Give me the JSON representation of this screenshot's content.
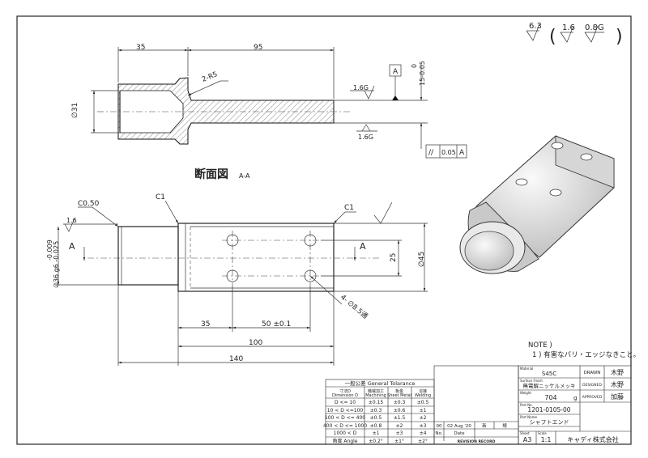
{
  "surface_symbols": {
    "main": "6.3",
    "paren_open": "(",
    "s1": "1.6",
    "s2": "0.8G",
    "paren_close": ")"
  },
  "top_view": {
    "dim_35": "35",
    "dim_95": "95",
    "radius": "2-R5",
    "dia_31": "∅31",
    "finish_upper": "1.6G",
    "finish_lower": "1.6G",
    "datum": "A",
    "tol_upper": "0",
    "tol_lower": "15-0.05",
    "geo_tol_symbol": "//",
    "geo_tol_value": "0.05",
    "geo_tol_datum": "A"
  },
  "section_title": {
    "main": "断面図",
    "sub": "A-A"
  },
  "front_view": {
    "chamfer_c050": "C0.50",
    "chamfer_c1_left": "C1",
    "chamfer_c1_right": "C1",
    "finish": "1.6",
    "tol_a": "-0.009",
    "tol_b": "∅36 g6 -0.025",
    "section_left": "A",
    "section_right": "A",
    "dim_25": "25",
    "dia_45": "∅45",
    "holes": "4- ∅8.5通",
    "dim_35": "35",
    "dim_50": "50 ±0.1",
    "dim_100": "100",
    "dim_140": "140"
  },
  "note": {
    "title": "NOTE )",
    "line1": "1 ) 有害なバリ・エッジなきこと。"
  },
  "tolerance_table": {
    "title": "一般公差 General Tolarance",
    "headers": [
      {
        "jp": "寸法D",
        "en": "Dimension D"
      },
      {
        "jp": "機械加工",
        "en": "Machining"
      },
      {
        "jp": "板金",
        "en": "Sheet Metal"
      },
      {
        "jp": "溶接",
        "en": "Welding"
      }
    ],
    "rows": [
      [
        "D <= 10",
        "±0.15",
        "±0.3",
        "±0.5"
      ],
      [
        "10 < D <=100",
        "±0.3",
        "±0.6",
        "±1"
      ],
      [
        "100 < D <= 400",
        "±0.5",
        "±1.5",
        "±2"
      ],
      [
        "400 < D <= 1000",
        "±0.8",
        "±2",
        "±3"
      ],
      [
        "1000 < D",
        "±1",
        "±3",
        "±4"
      ],
      [
        "角度 Angle",
        "±0.2°",
        "±1°",
        "±2°"
      ]
    ]
  },
  "revision": {
    "row_no": "00",
    "row_date": "02 Aug '20",
    "row_mark1": "新",
    "row_mark2": "規",
    "label_no": "No.",
    "label_date": "Date",
    "label_record": "REVISION RECORD"
  },
  "title_block": {
    "material_label": "Material",
    "material": "S45C",
    "finish_label": "Surface Finish",
    "finish": "無電解ニッケルメッキ",
    "weight_label": "Weight",
    "weight": "704",
    "weight_unit": "g",
    "part_no_label": "Part No.",
    "part_no": "1201-0105-00",
    "part_name_label": "Part Name",
    "part_name": "シャフトエンド",
    "sheet_label": "Sheet",
    "sheet": "A3",
    "scale_label": "Scale",
    "scale": "1:1",
    "company": "キャディ株式会社",
    "drawn_label": "DRAWN",
    "drawn": "木野",
    "designed_label": "DESIGNED",
    "designed": "木野",
    "approved_label": "APPROVED",
    "approved": "加藤"
  }
}
